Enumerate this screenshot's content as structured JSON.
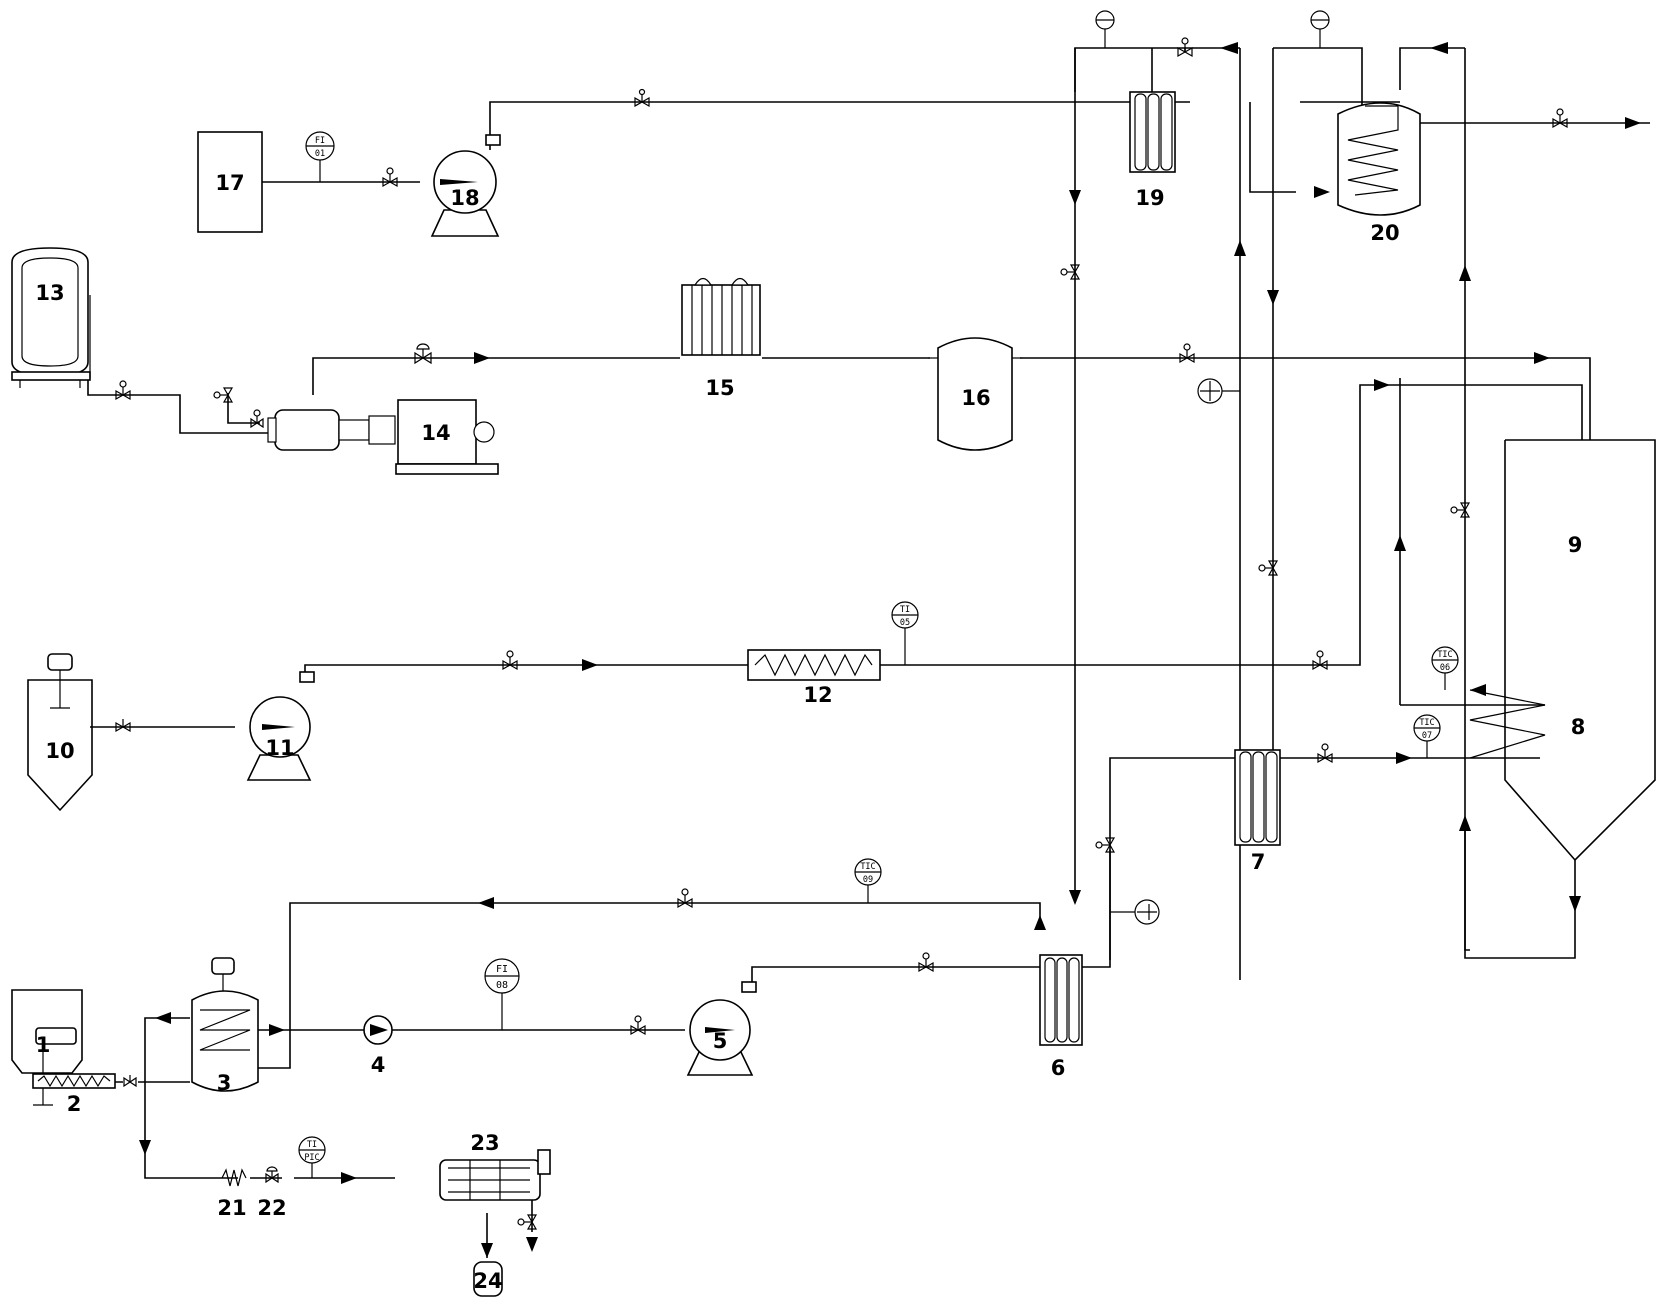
{
  "equipment_numbers": {
    "e1": "1",
    "e2": "2",
    "e3": "3",
    "e4": "4",
    "e5": "5",
    "e6": "6",
    "e7": "7",
    "e8": "8",
    "e9": "9",
    "e10": "10",
    "e11": "11",
    "e12": "12",
    "e13": "13",
    "e14": "14",
    "e15": "15",
    "e16": "16",
    "e17": "17",
    "e18": "18",
    "e19": "19",
    "e20": "20",
    "e21": "21",
    "e22": "22",
    "e23": "23",
    "e24": "24"
  },
  "instrument_tags": {
    "fi01": {
      "top": "FI",
      "bottom": "01"
    },
    "ti05": {
      "top": "TI",
      "bottom": "05"
    },
    "fi08": {
      "top": "FI",
      "bottom": "08"
    },
    "tic06": {
      "top": "TIC",
      "bottom": "06"
    },
    "tic07": {
      "top": "TIC",
      "bottom": "07"
    },
    "tic09": {
      "top": "TIC",
      "bottom": "09"
    },
    "tipic": {
      "top": "TI",
      "bottom": "PIC"
    }
  }
}
